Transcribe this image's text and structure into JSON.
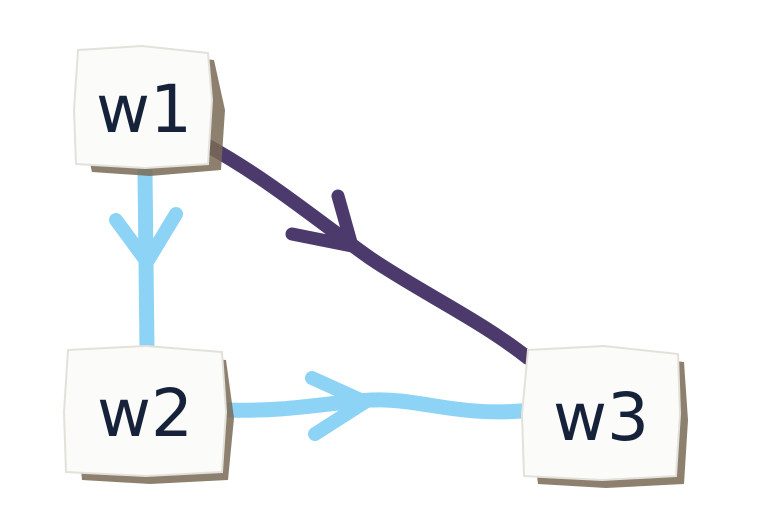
{
  "nodes": [
    {
      "id": "w1",
      "label": "w1"
    },
    {
      "id": "w2",
      "label": "w2"
    },
    {
      "id": "w3",
      "label": "w3"
    }
  ],
  "edges": [
    {
      "from": "w1",
      "to": "w2",
      "color": "#8dd3f5"
    },
    {
      "from": "w2",
      "to": "w3",
      "color": "#8dd3f5"
    },
    {
      "from": "w1",
      "to": "w3",
      "color": "#4b3a6b"
    }
  ],
  "colors": {
    "card": "#fbfbf9",
    "card_shadow": "#7a6a56",
    "text": "#16213a"
  }
}
